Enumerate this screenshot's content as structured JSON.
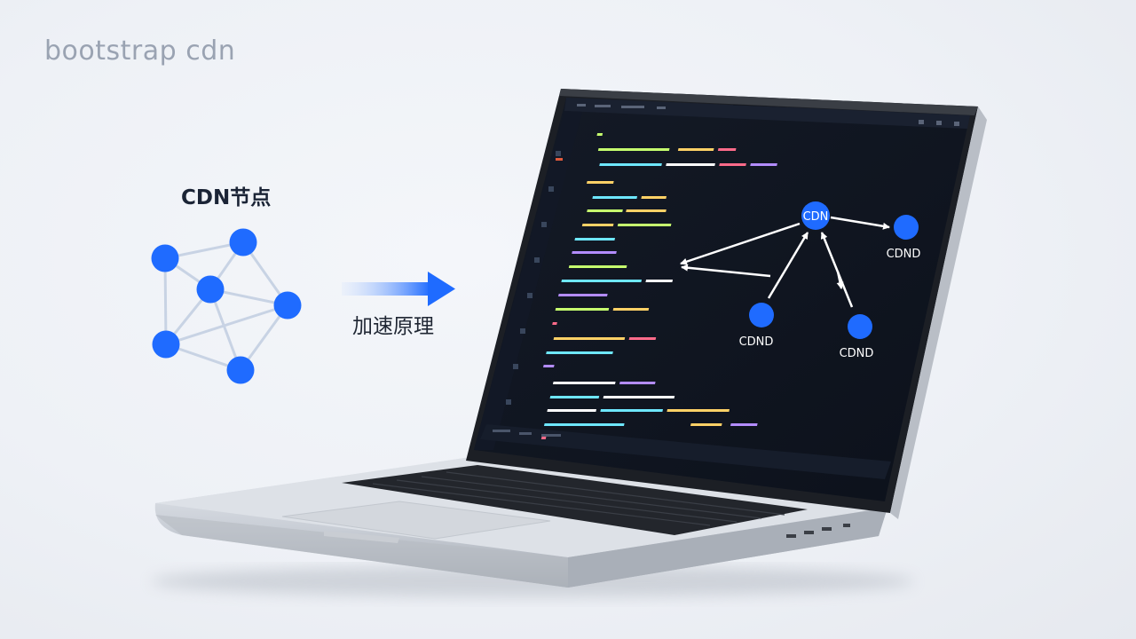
{
  "page": {
    "title": "bootstrap cdn"
  },
  "nodes_diagram": {
    "title": "CDN节点"
  },
  "arrow": {
    "label": "加速原理"
  },
  "screen_diagram": {
    "center_label": "CDN",
    "right_label": "CDND",
    "bottom_left_label": "CDND",
    "bottom_right_label": "CDND"
  },
  "colors": {
    "node_blue": "#1f6bff",
    "screen_bg": "#0f1420",
    "title_gray": "#9aa3b2"
  }
}
